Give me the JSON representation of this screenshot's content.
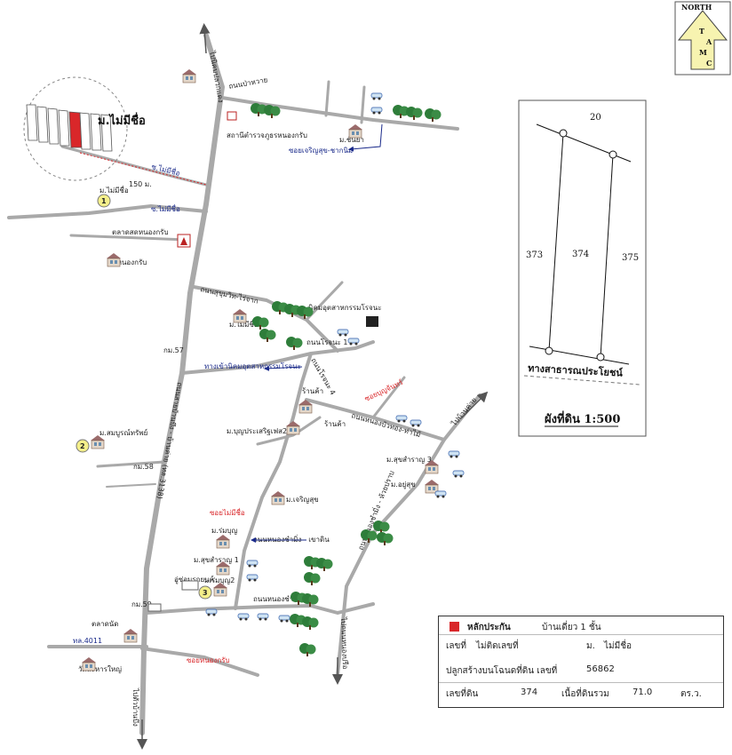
{
  "north": {
    "label": "NORTH",
    "letters": [
      "T",
      "A",
      "M",
      "C"
    ]
  },
  "plot": {
    "top_label": "20",
    "left_plot": "373",
    "center_plot": "374",
    "right_plot": "375",
    "road_label": "ทางสาธารณประโยชน์",
    "title": "ผังที่ดิน 1:500"
  },
  "map": {
    "village_title": "ม.ไม่มีชื่อ",
    "distance": "150 ม.",
    "soi1": "ซ.ไม่มีชื่อ",
    "soi2": "ซ.ไม่มีชื่อ",
    "village1": "ม.ไม่มีชื่อ",
    "police": "สถานีตำรวจภูธรหนองกรับ",
    "chanya": "ม.ชันยา",
    "soi_charoen": "ซอยเจริญสุข-ชากนิม",
    "road_top": "ถนนป่าหวาย",
    "market": "ตลาดสดหนองกรับ",
    "temple1": "วัดหนองกรับ",
    "road_sukhumvit": "ถนนสุขุมวิท-ไร่จาก",
    "industrial": "นิคมอุตสาหกรรมโรจนะ",
    "village_mid": "ม.ไม่มีชื่อ",
    "km57": "กม.57",
    "entrance": "ทางเข้านิคมอุตสาหกรรมโรจนะ",
    "road_rojana1": "ถนนโรจนะ 1",
    "road_rojana4": "ถนนโรจนะ 4",
    "shop1": "ร้านค้า",
    "shop2": "ร้านค้า",
    "village_boonpra": "ม.บุญประเสริฐเฟส2",
    "village2": "ม.สมบูรณ์ทรัพย์",
    "road_nongbua": "ถนนหนองบัวทอง-ท่าไม้",
    "soi_red": "ซอยบุญจันทร์",
    "to_right": "ไปบ้านค่าย",
    "village_sukhsa3": "ม.สุขสำราญ 3",
    "village_sutthisuk": "ม.อยู่สุข",
    "km58": "กม.58",
    "main_road": "ถนนสายบ้านบึง - บ้านค่าย (ทล.3138)",
    "village_charoensuk": "ม.เจริญสุข",
    "soi_red2": "ซอยไม่มีชื่อ",
    "village_romboon": "ม.ร่มบุญ",
    "road_nongmiang": "ถนนหนองชำมิ่ง - เขาดิน",
    "village_sukhsa1": "ม.สุขสำราญ 1",
    "garage": "อู่ซ่อมรถยนต์",
    "village3": "ม.ร่มบุญ2",
    "km59": "กม.59",
    "road_bottom": "ถนนหนองชำมิ่ง",
    "road_right": "ถนนหนองชำมิ่ง - ห้วยปราบ",
    "to_down_right": "ไปถนนหนองปรือ",
    "market2": "ตลาดนัด",
    "route4011": "ทล.4011",
    "temple2": "วัดละหารใหญ่",
    "soi_bottom": "ซอยหนองกรับ",
    "to_bottom": "ไปตัวบ้านบึง",
    "to_top": "ไปนิคมปลวกแดง",
    "num1": "1",
    "num2": "2",
    "num3": "3"
  },
  "info": {
    "title": "หลักประกัน",
    "type": "บ้านเดี่ยว 1 ชั้น",
    "house_no_label": "เลขที่",
    "house_no": "ไม่ติดเลขที่",
    "village_label": "ม.",
    "village": "ไม่มีชื่อ",
    "deed_label": "ปลูกสร้างบนโฉนดที่ดิน เลขที่",
    "deed": "56862",
    "land_no_label": "เลขที่ดิน",
    "land_no": "374",
    "area_label": "เนื้อที่ดินรวม",
    "area": "71.0",
    "area_unit": "ตร.ว."
  },
  "colors": {
    "road": "#a9a9a9",
    "tree": "#2e7d3a",
    "accent_red": "#d9272a",
    "label_blue": "#1a2a8a",
    "marker_yellow": "#f4ef8a"
  }
}
